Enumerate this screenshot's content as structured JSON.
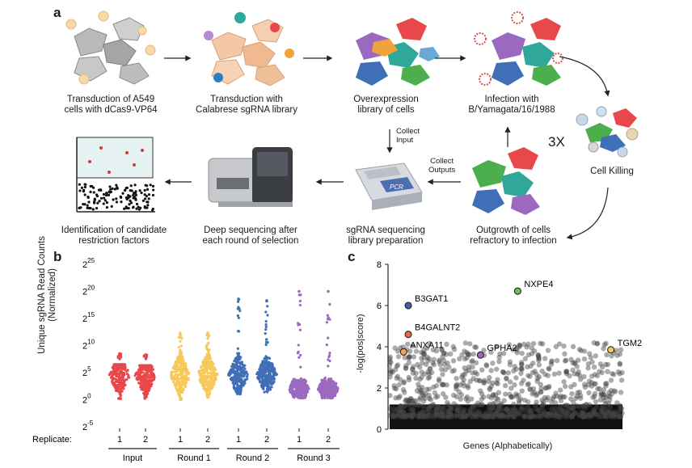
{
  "panel_a": {
    "letter": "a",
    "steps": [
      {
        "line1": "Transduction of A549",
        "line2": "cells with dCas9-VP64"
      },
      {
        "line1": "Transduction with",
        "line2": "Calabrese sgRNA library"
      },
      {
        "line1": "Overexpression",
        "line2": "library of cells"
      },
      {
        "line1": "Infection with",
        "line2": "B/Yamagata/16/1988"
      },
      {
        "line1": "Cell Killing",
        "line2": ""
      },
      {
        "line1": "Outgrowth of cells",
        "line2": "refractory to infection"
      },
      {
        "line1": "sgRNA sequencing",
        "line2": "library preparation"
      },
      {
        "line1": "Deep sequencing after",
        "line2": "each round of selection"
      },
      {
        "line1": "Identification of candidate",
        "line2": "restriction factors"
      }
    ],
    "collect_input": {
      "line1": "Collect",
      "line2": "Input"
    },
    "collect_outputs": {
      "line1": "Collect",
      "line2": "Outputs"
    },
    "repeat_label": "3X",
    "pcr_label": "PCR"
  },
  "chart_data": [
    {
      "panel": "b",
      "type": "scatter",
      "ylabel_line1": "Unique sgRNA Read Counts",
      "ylabel_line2": "(Normalized)",
      "y_scale": "log2",
      "y_ticks": [
        {
          "base": "2",
          "exp": "25",
          "value": 25
        },
        {
          "base": "2",
          "exp": "20",
          "value": 20
        },
        {
          "base": "2",
          "exp": "15",
          "value": 15
        },
        {
          "base": "2",
          "exp": "10",
          "value": 10
        },
        {
          "base": "2",
          "exp": "5",
          "value": 5
        },
        {
          "base": "2",
          "exp": "0",
          "value": 0
        },
        {
          "base": "2",
          "exp": "-5",
          "value": -5
        }
      ],
      "ylim": [
        -5,
        25
      ],
      "replicate_label": "Replicate:",
      "groups": [
        {
          "name": "Input",
          "color": "#e8474b",
          "replicates": [
            {
              "label": "1",
              "min": 0.2,
              "max": 8.5,
              "center": 4.5
            },
            {
              "label": "2",
              "min": 0.2,
              "max": 8.3,
              "center": 4.5
            }
          ]
        },
        {
          "name": "Round 1",
          "color": "#f7c85a",
          "replicates": [
            {
              "label": "1",
              "min": 0.0,
              "max": 12.3,
              "center": 4.6
            },
            {
              "label": "2",
              "min": 0.4,
              "max": 12.3,
              "center": 4.6
            }
          ]
        },
        {
          "name": "Round 2",
          "color": "#3f6fb6",
          "replicates": [
            {
              "label": "1",
              "min": 1.0,
              "max": 18.6,
              "center": 4.6
            },
            {
              "label": "2",
              "min": 1.3,
              "max": 18.3,
              "center": 4.6
            }
          ]
        },
        {
          "name": "Round 3",
          "color": "#9b6ac0",
          "replicates": [
            {
              "label": "1",
              "min": 0.3,
              "max": 20.0,
              "center": 2.0
            },
            {
              "label": "2",
              "min": 0.3,
              "max": 20.0,
              "center": 2.0
            }
          ]
        }
      ]
    },
    {
      "panel": "c",
      "type": "scatter",
      "xlabel": "Genes (Alphabetically)",
      "ylabel": "-log(pos|score)",
      "ylim": [
        0,
        8
      ],
      "y_ticks": [
        0,
        2,
        4,
        6,
        8
      ],
      "background_color": "#444444",
      "highlighted": [
        {
          "gene": "B3GAT1",
          "x": 0.08,
          "y": 6.0,
          "color": "#3f5fa8"
        },
        {
          "gene": "B4GALNT2",
          "x": 0.08,
          "y": 4.6,
          "color": "#e8674b"
        },
        {
          "gene": "ANXA11",
          "x": 0.06,
          "y": 3.75,
          "color": "#f2a25a"
        },
        {
          "gene": "GPHA2",
          "x": 0.39,
          "y": 3.6,
          "color": "#9b6ac0"
        },
        {
          "gene": "NXPE4",
          "x": 0.55,
          "y": 6.7,
          "color": "#6cbf5a"
        },
        {
          "gene": "TGM2",
          "x": 0.95,
          "y": 3.85,
          "color": "#f7c85a"
        }
      ]
    }
  ]
}
